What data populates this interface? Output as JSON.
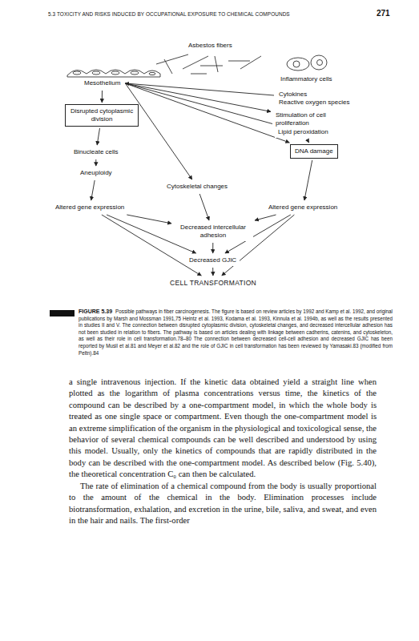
{
  "diagram": {
    "caption": "Possible pathways in fiber carcinogenesis. The figure is based on review articles by 1992 and Kamp et al. 1992, and original publications by Marsh and Mossman 1991,75 Heintz et al. 1993, Kodama et al. 1993, Kinnula et al. 1994b, as well as the results presented in studies II and V. The connection between disrupted cytoplasmic division, cytoskeletal changes, and decreased intercellular adhesion has not been studied in relation to fibers. The pathway is based on articles dealing with linkage between cadherins, catenins, and cytoskeleton, as well as their role in cell transformation.78–80 The connection between decreased cell-cell adhesion and decreased GJIC has been reported by Musil et al.81 and Meyer et al.82 and the role of GJIC in cell transformation has been reviewed by Yamasaki.83 (modified from Peltn).84",
    "nodes": [
      {
        "text": [
          "Inflammatory cells"
        ]
      },
      {
        "text": [
          "Mesothelium"
        ]
      },
      {
        "text": [
          "Cytokines",
          "Reactive oxygen species"
        ]
      },
      {
        "text": [
          "Stimulation of cell proliferation"
        ]
      },
      {
        "text": [
          "Disrupted cytoplasmic division"
        ]
      },
      {
        "text": [
          "Lipid peroxidation"
        ]
      },
      {
        "text": [
          "Binucleate cells"
        ]
      },
      {
        "text": [
          "DNA damage"
        ]
      },
      {
        "text": [
          "Aneuploidy"
        ]
      },
      {
        "text": [
          "Cytoskeletal changes"
        ]
      },
      {
        "text": [
          "Altered gene expression"
        ]
      },
      {
        "text": [
          "Altered gene expression"
        ]
      },
      {
        "text": [
          "Decreased intercellular adhesion"
        ]
      },
      {
        "text": [
          "Decreased GJIC"
        ]
      },
      {
        "text": [
          "CELL TRANSFORMATION"
        ]
      }
    ],
    "edges": [
      {
        "from": 2,
        "to": 1,
        "arrow": "to"
      },
      {
        "from": 1,
        "to": 3,
        "arrow": "to"
      },
      {
        "from": 1,
        "to": 5,
        "arrow": "to"
      },
      {
        "from": 1,
        "to": 7,
        "arrow": "to"
      },
      {
        "from": 5,
        "to": 7,
        "arrow": "to"
      },
      {
        "from": 1,
        "to": 4,
        "arrow": "to"
      },
      {
        "from": 4,
        "to": 6,
        "arrow": "to"
      },
      {
        "from": 6,
        "to": 8,
        "arrow": "to"
      },
      {
        "from": 8,
        "to": 10,
        "arrow": "to"
      },
      {
        "from": 1,
        "to": 9,
        "arrow": "to"
      },
      {
        "from": 7,
        "to": 11,
        "arrow": "to"
      },
      {
        "from": 9,
        "to": 12,
        "arrow": "to"
      },
      {
        "from": 12,
        "to": 13,
        "arrow": "to"
      },
      {
        "from": 13,
        "to": 14,
        "arrow": "to"
      },
      {
        "from": 10,
        "to": 12,
        "arrow": "to"
      },
      {
        "from": 10,
        "to": 13,
        "arrow": "to"
      },
      {
        "from": 10,
        "to": 14,
        "arrow": "to"
      },
      {
        "from": 11,
        "to": 12,
        "arrow": "to"
      },
      {
        "from": 11,
        "to": 13,
        "arrow": "to"
      },
      {
        "from": 11,
        "to": 14,
        "arrow": "to"
      }
    ],
    "labels": [
      "5.3 TOXICITY AND RISKS INDUCED BY OCCUPATIONAL EXPOSURE TO CHEMICAL COMPOUNDS",
      "271",
      "Asbestos fibers",
      "FIGURE 5.39",
      "a single intravenous injection. If the kinetic data obtained yield a straight line when plotted as the logarithm of plasma concentrations versus time, the kinetics of the compound can be described by a one-compartment model, in which the whole body is treated as one single space or compartment. Even though the one-compartment model is an extreme simplification of the organism in the physiological and toxicological sense, the behavior of several chemical compounds can be well described and understood by using this model. Usually, only the kinetics of compounds that are rapidly distributed in the body can be described with the one-compartment model. As described below (Fig. 5.40), the theoretical concentration C₀ can then be calculated.",
      "The rate of elimination of a chemical compound from the body is usually proportional to the amount of the chemical in the body. Elimination processes include biotransformation, exhalation, and excretion in the urine, bile, saliva, and sweat, and even in the hair and nails. The first-order"
    ]
  }
}
